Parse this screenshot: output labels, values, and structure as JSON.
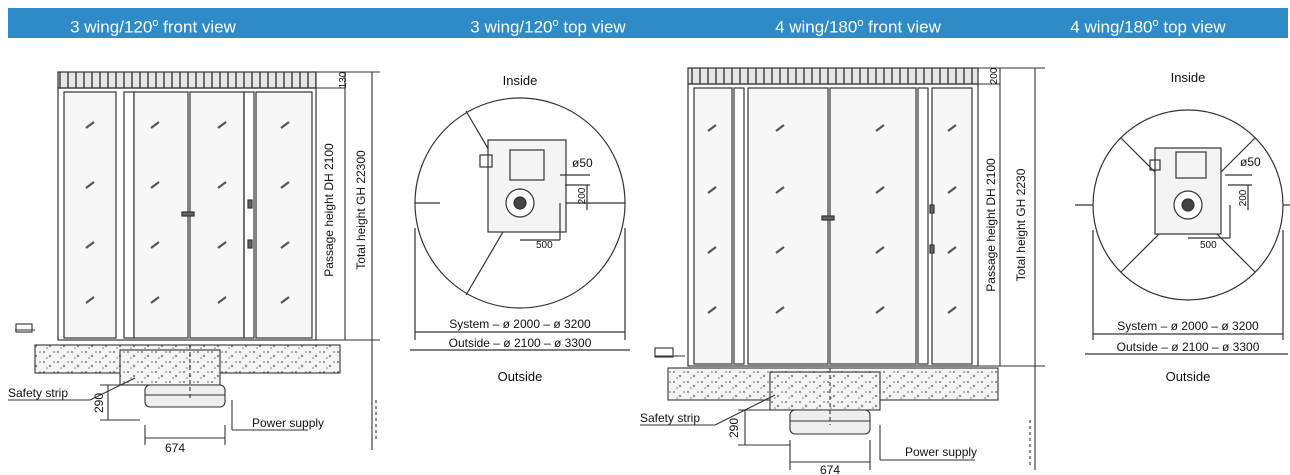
{
  "headers": [
    {
      "text": "3 wing/120",
      "sup": "o",
      "rest": " front view"
    },
    {
      "text": "3 wing/120",
      "sup": "o",
      "rest": " top view"
    },
    {
      "text": "4 wing/180",
      "sup": "o",
      "rest": " front view"
    },
    {
      "text": "4 wing/180",
      "sup": "o",
      "rest": " top view"
    }
  ],
  "front1": {
    "top_dim": "130",
    "passage_height": "Passage height DH 2100",
    "total_height": "Total height GH 22300",
    "safety_strip": "Safety strip",
    "depth_dim": "290",
    "width_dim": "674",
    "power_supply": "Power supply"
  },
  "top1": {
    "inside": "Inside",
    "outside": "Outside",
    "diameter_label": "ø50",
    "dim_200": "200",
    "dim_500": "500",
    "system_dim": "System – ø 2000 – ø 3200",
    "outside_dim": "Outside – ø 2100 – ø 3300"
  },
  "front2": {
    "top_dim": "200",
    "passage_height": "Passage height DH 2100",
    "total_height": "Total height GH 2230",
    "safety_strip": "Safety strip",
    "depth_dim": "290",
    "width_dim": "674",
    "power_supply": "Power supply"
  },
  "top2": {
    "inside": "Inside",
    "outside": "Outside",
    "diameter_label": "ø50",
    "dim_200": "200",
    "dim_500": "500",
    "system_dim": "System – ø 2000 – ø 3200",
    "outside_dim": "Outside – ø 2100 – ø 3300"
  },
  "colors": {
    "header_bg": "#2e8bc8",
    "line": "#333333"
  }
}
